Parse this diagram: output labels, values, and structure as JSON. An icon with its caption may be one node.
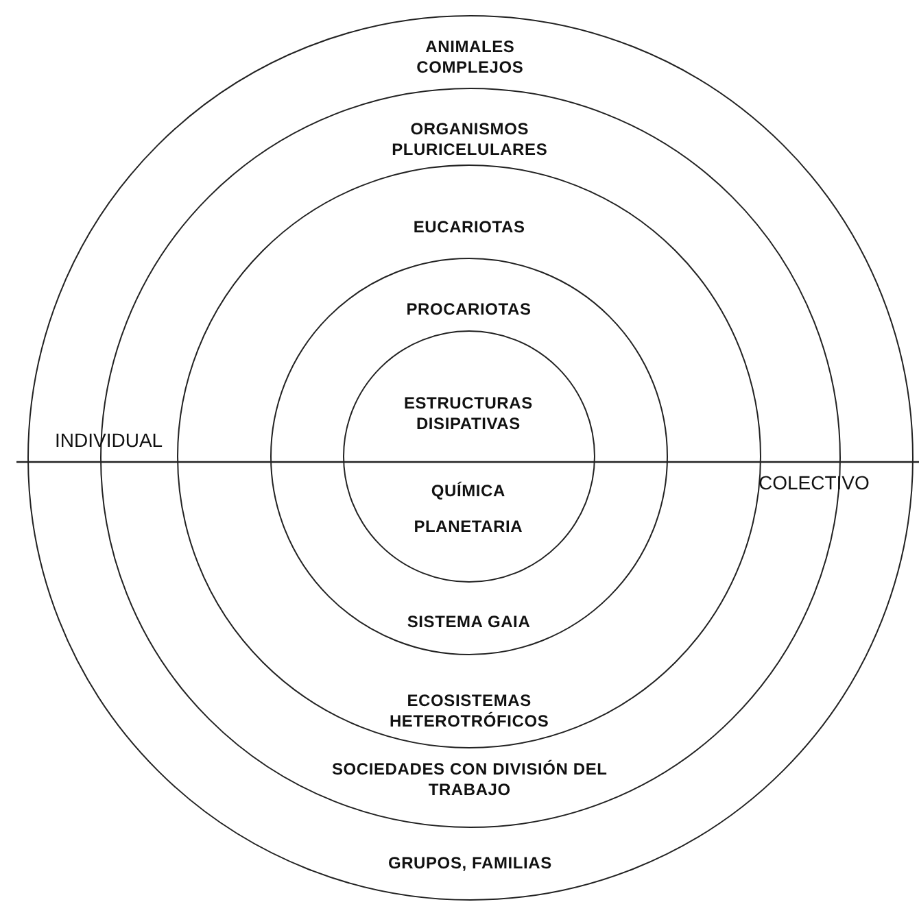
{
  "diagram": {
    "nodes": [
      {
        "text": [
          "ANIMALES COMPLEJOS",
          "GRUPOS, FAMILIAS"
        ]
      },
      {
        "text": [
          "ORGANISMOS PLURICELULARES",
          "SOCIEDADES CON DIVISIÓN DEL TRABAJO"
        ],
        "in": 0
      },
      {
        "text": [
          "EUCARIOTAS",
          "ECOSISTEMAS HETEROTRÓFICOS"
        ],
        "in": 1
      },
      {
        "text": [
          "PROCARIOTAS",
          "SISTEMA GAIA"
        ],
        "in": 2
      },
      {
        "text": [
          "ESTRUCTURAS DISIPATIVAS",
          "QUÍMICA PLANETARIA"
        ],
        "in": 3
      }
    ],
    "labels": [
      "INDIVIDUAL",
      "COLECTIVO"
    ]
  }
}
